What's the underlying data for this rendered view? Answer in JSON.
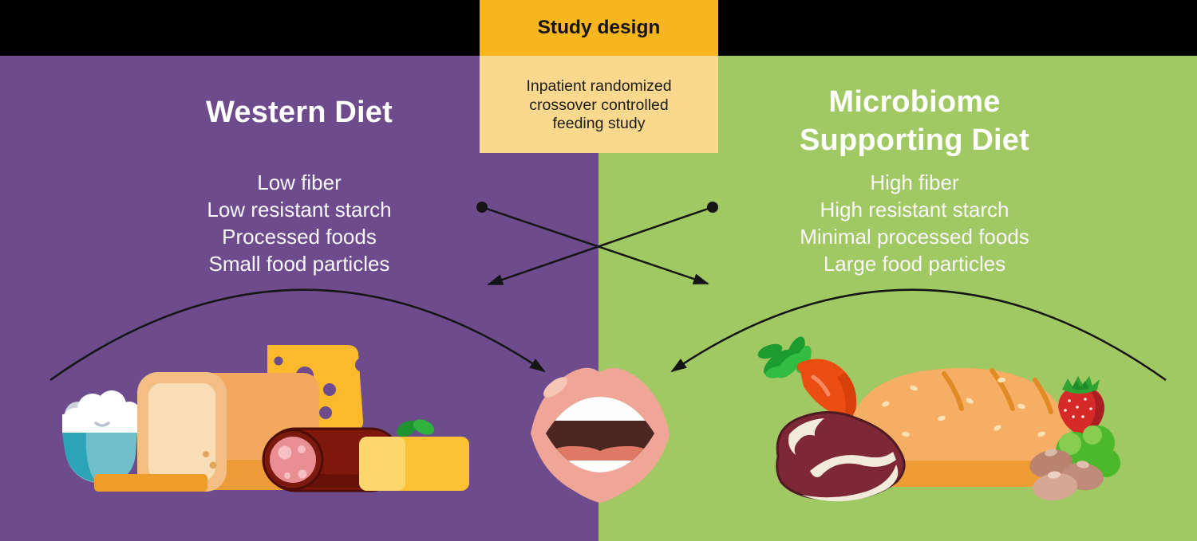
{
  "study_design": {
    "title": "Study design",
    "description": "Inpatient randomized crossover controlled feeding study"
  },
  "western_diet": {
    "title": "Western Diet",
    "attributes": [
      "Low fiber",
      "Low resistant starch",
      "Processed foods",
      "Small food particles"
    ],
    "foods": [
      "yogurt bowl",
      "white bread slice",
      "white bread loaf",
      "cheese",
      "salami",
      "butter"
    ]
  },
  "microbiome_diet": {
    "title": "Microbiome Supporting Diet",
    "attributes": [
      "High fiber",
      "High resistant starch",
      "Minimal processed foods",
      "Large food particles"
    ],
    "foods": [
      "carrot",
      "steak",
      "whole grain bread",
      "strawberry",
      "lettuce",
      "beans"
    ]
  },
  "colors": {
    "top_bar": "#000000",
    "western_bg": "#6D4B8D",
    "microbiome_bg": "#A0C863",
    "study_header_bg": "#F7B51E",
    "study_body_bg": "#FAD88D",
    "heading_text": "#FFFFFF",
    "body_text": "#1D1D1D",
    "arrow": "#151515"
  }
}
